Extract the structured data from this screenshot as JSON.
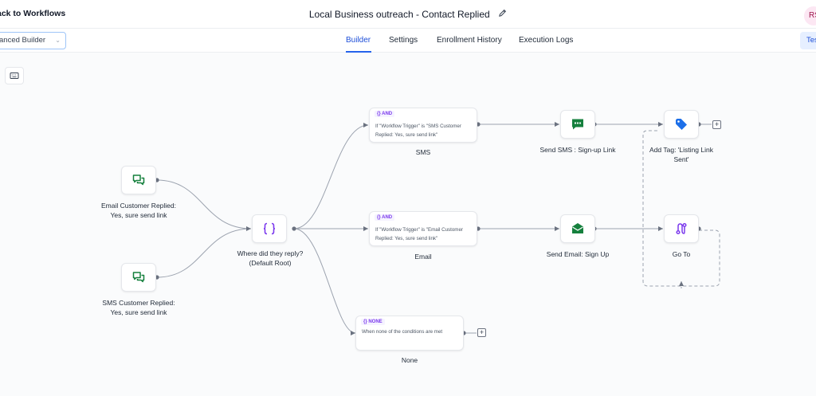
{
  "header": {
    "back_label": "ack to Workflows",
    "workflow_title": "Local Business outreach - Contact Replied",
    "avatar_initials": "RS"
  },
  "subbar": {
    "builder_select_value": "anced Builder",
    "tabs": [
      {
        "label": "Builder",
        "active": true
      },
      {
        "label": "Settings",
        "active": false
      },
      {
        "label": "Enrollment History",
        "active": false
      },
      {
        "label": "Execution Logs",
        "active": false
      }
    ],
    "test_button_label": "Tes"
  },
  "triggers": [
    {
      "label_line1": "Email Customer Replied:",
      "label_line2": "Yes, sure send link",
      "icon": "chat-bubbles-icon"
    },
    {
      "label_line1": "SMS Customer Replied:",
      "label_line2": "Yes, sure send link",
      "icon": "chat-bubbles-icon"
    }
  ],
  "router": {
    "label_line1": "Where did they reply?",
    "label_line2": "(Default Root)",
    "icon": "curly-braces-icon"
  },
  "branches": [
    {
      "badge": "{} AND",
      "condition_line1": "If \"Workflow Trigger\" is \"SMS Customer",
      "condition_line2": "Replied: Yes, sure send link\"",
      "label": "SMS"
    },
    {
      "badge": "{} AND",
      "condition_line1": "If \"Workflow Trigger\" is \"Email Customer",
      "condition_line2": "Replied: Yes, sure send link\"",
      "label": "Email"
    },
    {
      "badge": "{} NONE",
      "condition_line1": "When none of the conditions are met",
      "label": "None"
    }
  ],
  "actions": [
    {
      "label": "Send SMS : Sign-up Link",
      "icon": "sms-message-icon"
    },
    {
      "label": "Send Email: Sign Up",
      "icon": "email-envelope-icon"
    },
    {
      "label_line1": "Add Tag: 'Listing Link",
      "label_line2": "Sent'",
      "icon": "tag-icon"
    },
    {
      "label": "Go To",
      "icon": "goto-route-icon"
    }
  ],
  "colors": {
    "accent": "#2563eb",
    "node_icon_green": "#15803d",
    "node_icon_purple": "#7c3aed",
    "tag_blue": "#1d6fe8",
    "edge": "#9ca3af"
  }
}
